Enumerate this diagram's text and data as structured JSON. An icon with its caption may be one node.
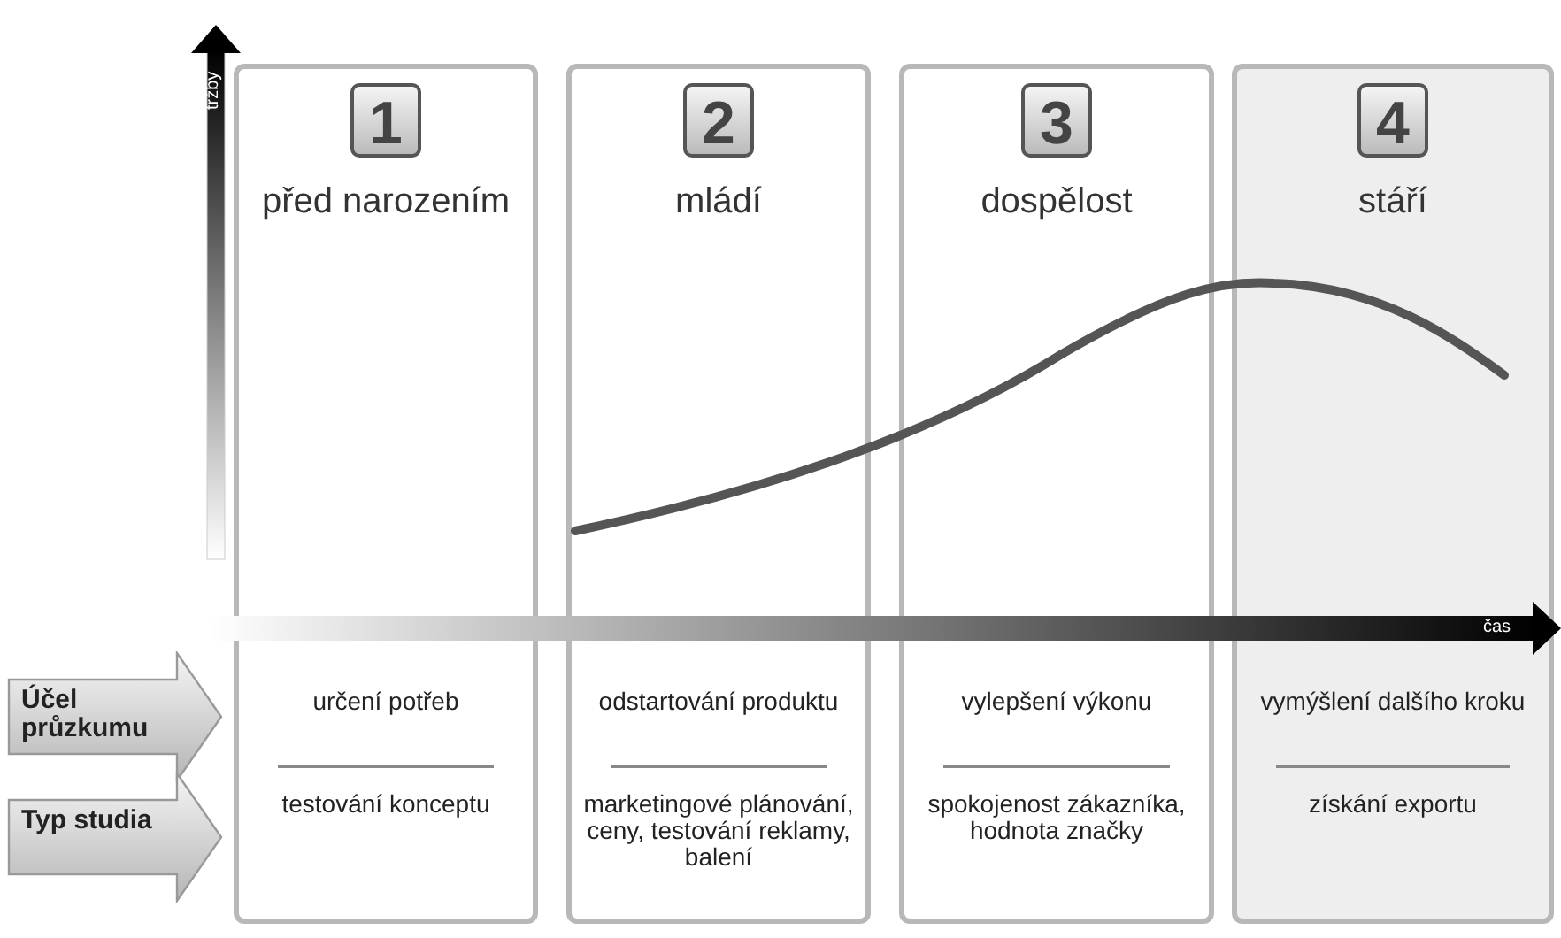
{
  "diagram": {
    "nodes": [
      {
        "text": [
          "před narozením",
          "určení potřeb",
          "testování konceptu"
        ]
      },
      {
        "text": [
          "1"
        ],
        "in": 0
      },
      {
        "text": [
          "mládí",
          "odstartování produktu",
          "marketingové plánování, ceny, testování reklamy, balení"
        ]
      },
      {
        "text": [
          "2"
        ],
        "in": 2
      },
      {
        "text": [
          "dospělost",
          "vylepšení výkonu",
          "spokojenost zákazníka, hodnota značky"
        ]
      },
      {
        "text": [
          "3"
        ],
        "in": 4
      },
      {
        "text": [
          "stáří",
          "vymýšlení dalšího kroku",
          "získání exportu"
        ]
      },
      {
        "text": [
          "4"
        ],
        "in": 6
      },
      {
        "text": [
          "Účel průzkumu"
        ]
      },
      {
        "text": [
          "Typ studia"
        ]
      }
    ],
    "edges": [],
    "labels": [
      "tržby",
      "čas"
    ]
  }
}
